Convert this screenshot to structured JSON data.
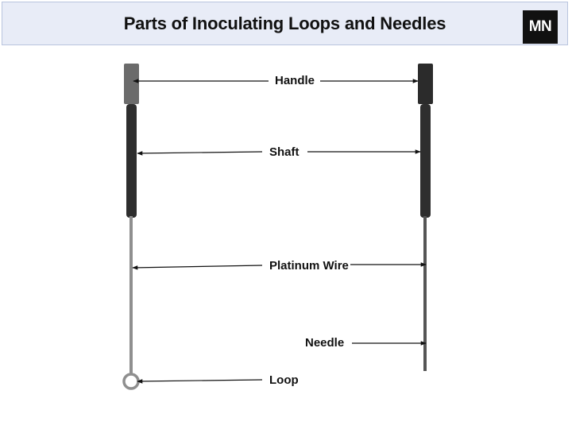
{
  "header": {
    "title": "Parts of Inoculating Loops and Needles",
    "logo_text": "MN"
  },
  "labels": {
    "handle": "Handle",
    "shaft": "Shaft",
    "platinum_wire": "Platinum Wire",
    "needle": "Needle",
    "loop": "Loop"
  },
  "colors": {
    "handle_loop_tool": "#6b6b6b",
    "handle_needle_tool": "#2b2b2b",
    "shaft": "#2e2e2e",
    "wire_loop_tool": "#8f8f8f",
    "wire_needle_tool": "#555555",
    "header_bg": "#e8ecf7",
    "header_border": "#b9c4de"
  }
}
